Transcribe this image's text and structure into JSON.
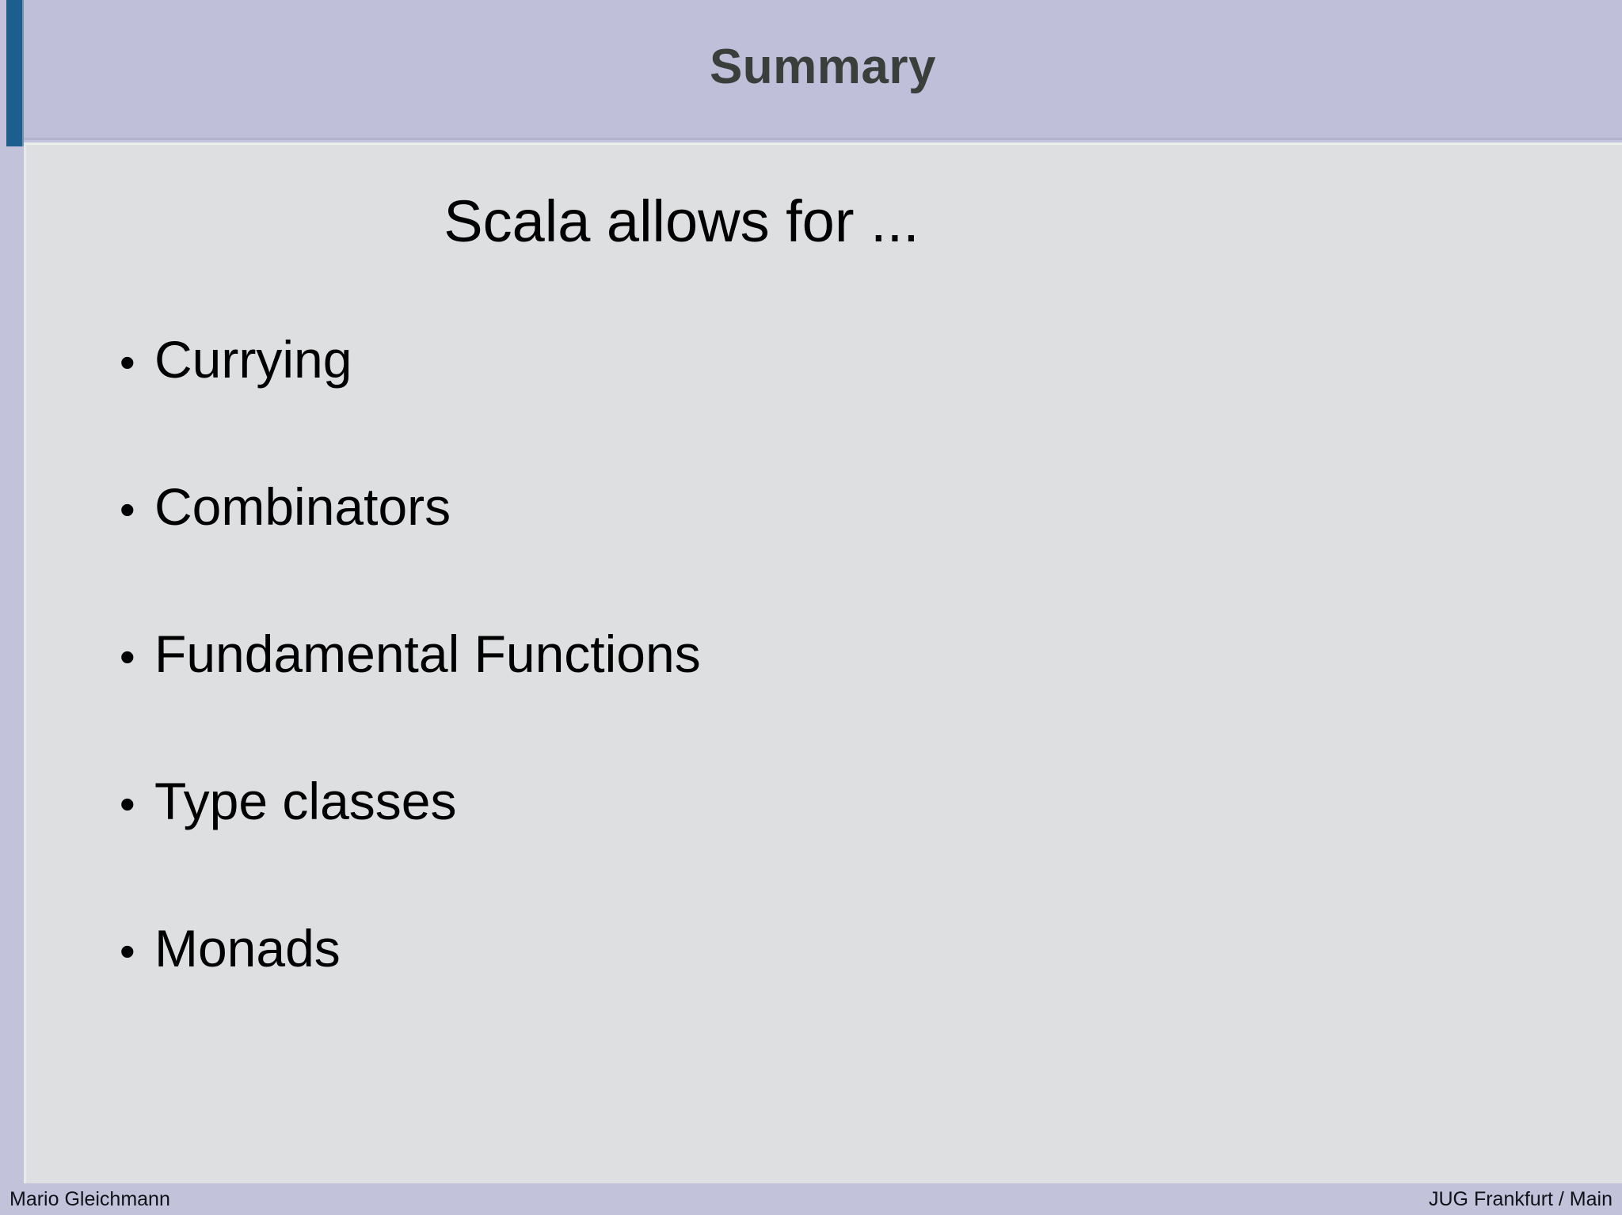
{
  "slide": {
    "title": "Summary",
    "subtitle": "Scala allows for ...",
    "bullet_marker": "•",
    "bullets": [
      {
        "label": "Currying"
      },
      {
        "label": "Combinators"
      },
      {
        "label": "Fundamental Functions"
      },
      {
        "label": "Type classes"
      },
      {
        "label": "Monads"
      }
    ]
  },
  "footer": {
    "left": "Mario Gleichmann",
    "right": "JUG Frankfurt / Main"
  },
  "colors": {
    "accent_bar": "#1c5f8e",
    "title_band": "#bfbfd9",
    "body_panel": "#dedfe1",
    "footer_band": "#c2c2da",
    "title_text": "#3a3f3c",
    "body_text": "#000000"
  }
}
